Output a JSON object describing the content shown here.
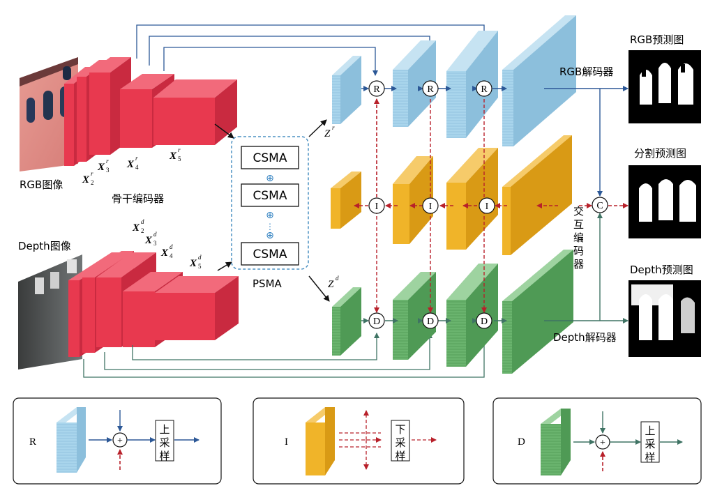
{
  "images": {
    "rgb": "RGB图像",
    "depth": "Depth图像"
  },
  "encoder": {
    "label": "骨干编码器",
    "rgb_features": [
      {
        "sym": "X",
        "sub": "2",
        "sup": "r"
      },
      {
        "sym": "X",
        "sub": "3",
        "sup": "r"
      },
      {
        "sym": "X",
        "sub": "4",
        "sup": "r"
      },
      {
        "sym": "X",
        "sub": "5",
        "sup": "r"
      }
    ],
    "depth_features": [
      {
        "sym": "X",
        "sub": "2",
        "sup": "d"
      },
      {
        "sym": "X",
        "sub": "3",
        "sup": "d"
      },
      {
        "sym": "X",
        "sub": "4",
        "sup": "d"
      },
      {
        "sym": "X",
        "sub": "5",
        "sup": "d"
      }
    ]
  },
  "psma": {
    "label": "PSMA",
    "module": "CSMA",
    "count": 3,
    "plus": "⊕",
    "dots": "⋮"
  },
  "z": {
    "rgb": {
      "sym": "Z",
      "sup": "r"
    },
    "depth": {
      "sym": "Z",
      "sup": "d"
    }
  },
  "ops": {
    "r": "R",
    "i": "I",
    "d": "D",
    "c": "C"
  },
  "decoders": {
    "rgb": "RGB解码器",
    "interactive": "交互编码器",
    "depth": "Depth解码器"
  },
  "predictions": {
    "rgb": "RGB预测图",
    "seg": "分割预测图",
    "depth": "Depth预测图"
  },
  "legend": {
    "r": {
      "name": "R",
      "op": "上采样"
    },
    "i": {
      "name": "I",
      "op": "下采样"
    },
    "d": {
      "name": "D",
      "op": "上采样"
    },
    "plus": "+"
  },
  "colors": {
    "encoder": "#e8394f",
    "rgb_branch": "#a9d5ec",
    "inter_branch": "#f0b429",
    "depth_branch": "#6ab46e",
    "rgb_arrow": "#2b5796",
    "inter_arrow": "#b8202a",
    "depth_arrow": "#3f7364",
    "psma_border": "#4a90c2"
  }
}
